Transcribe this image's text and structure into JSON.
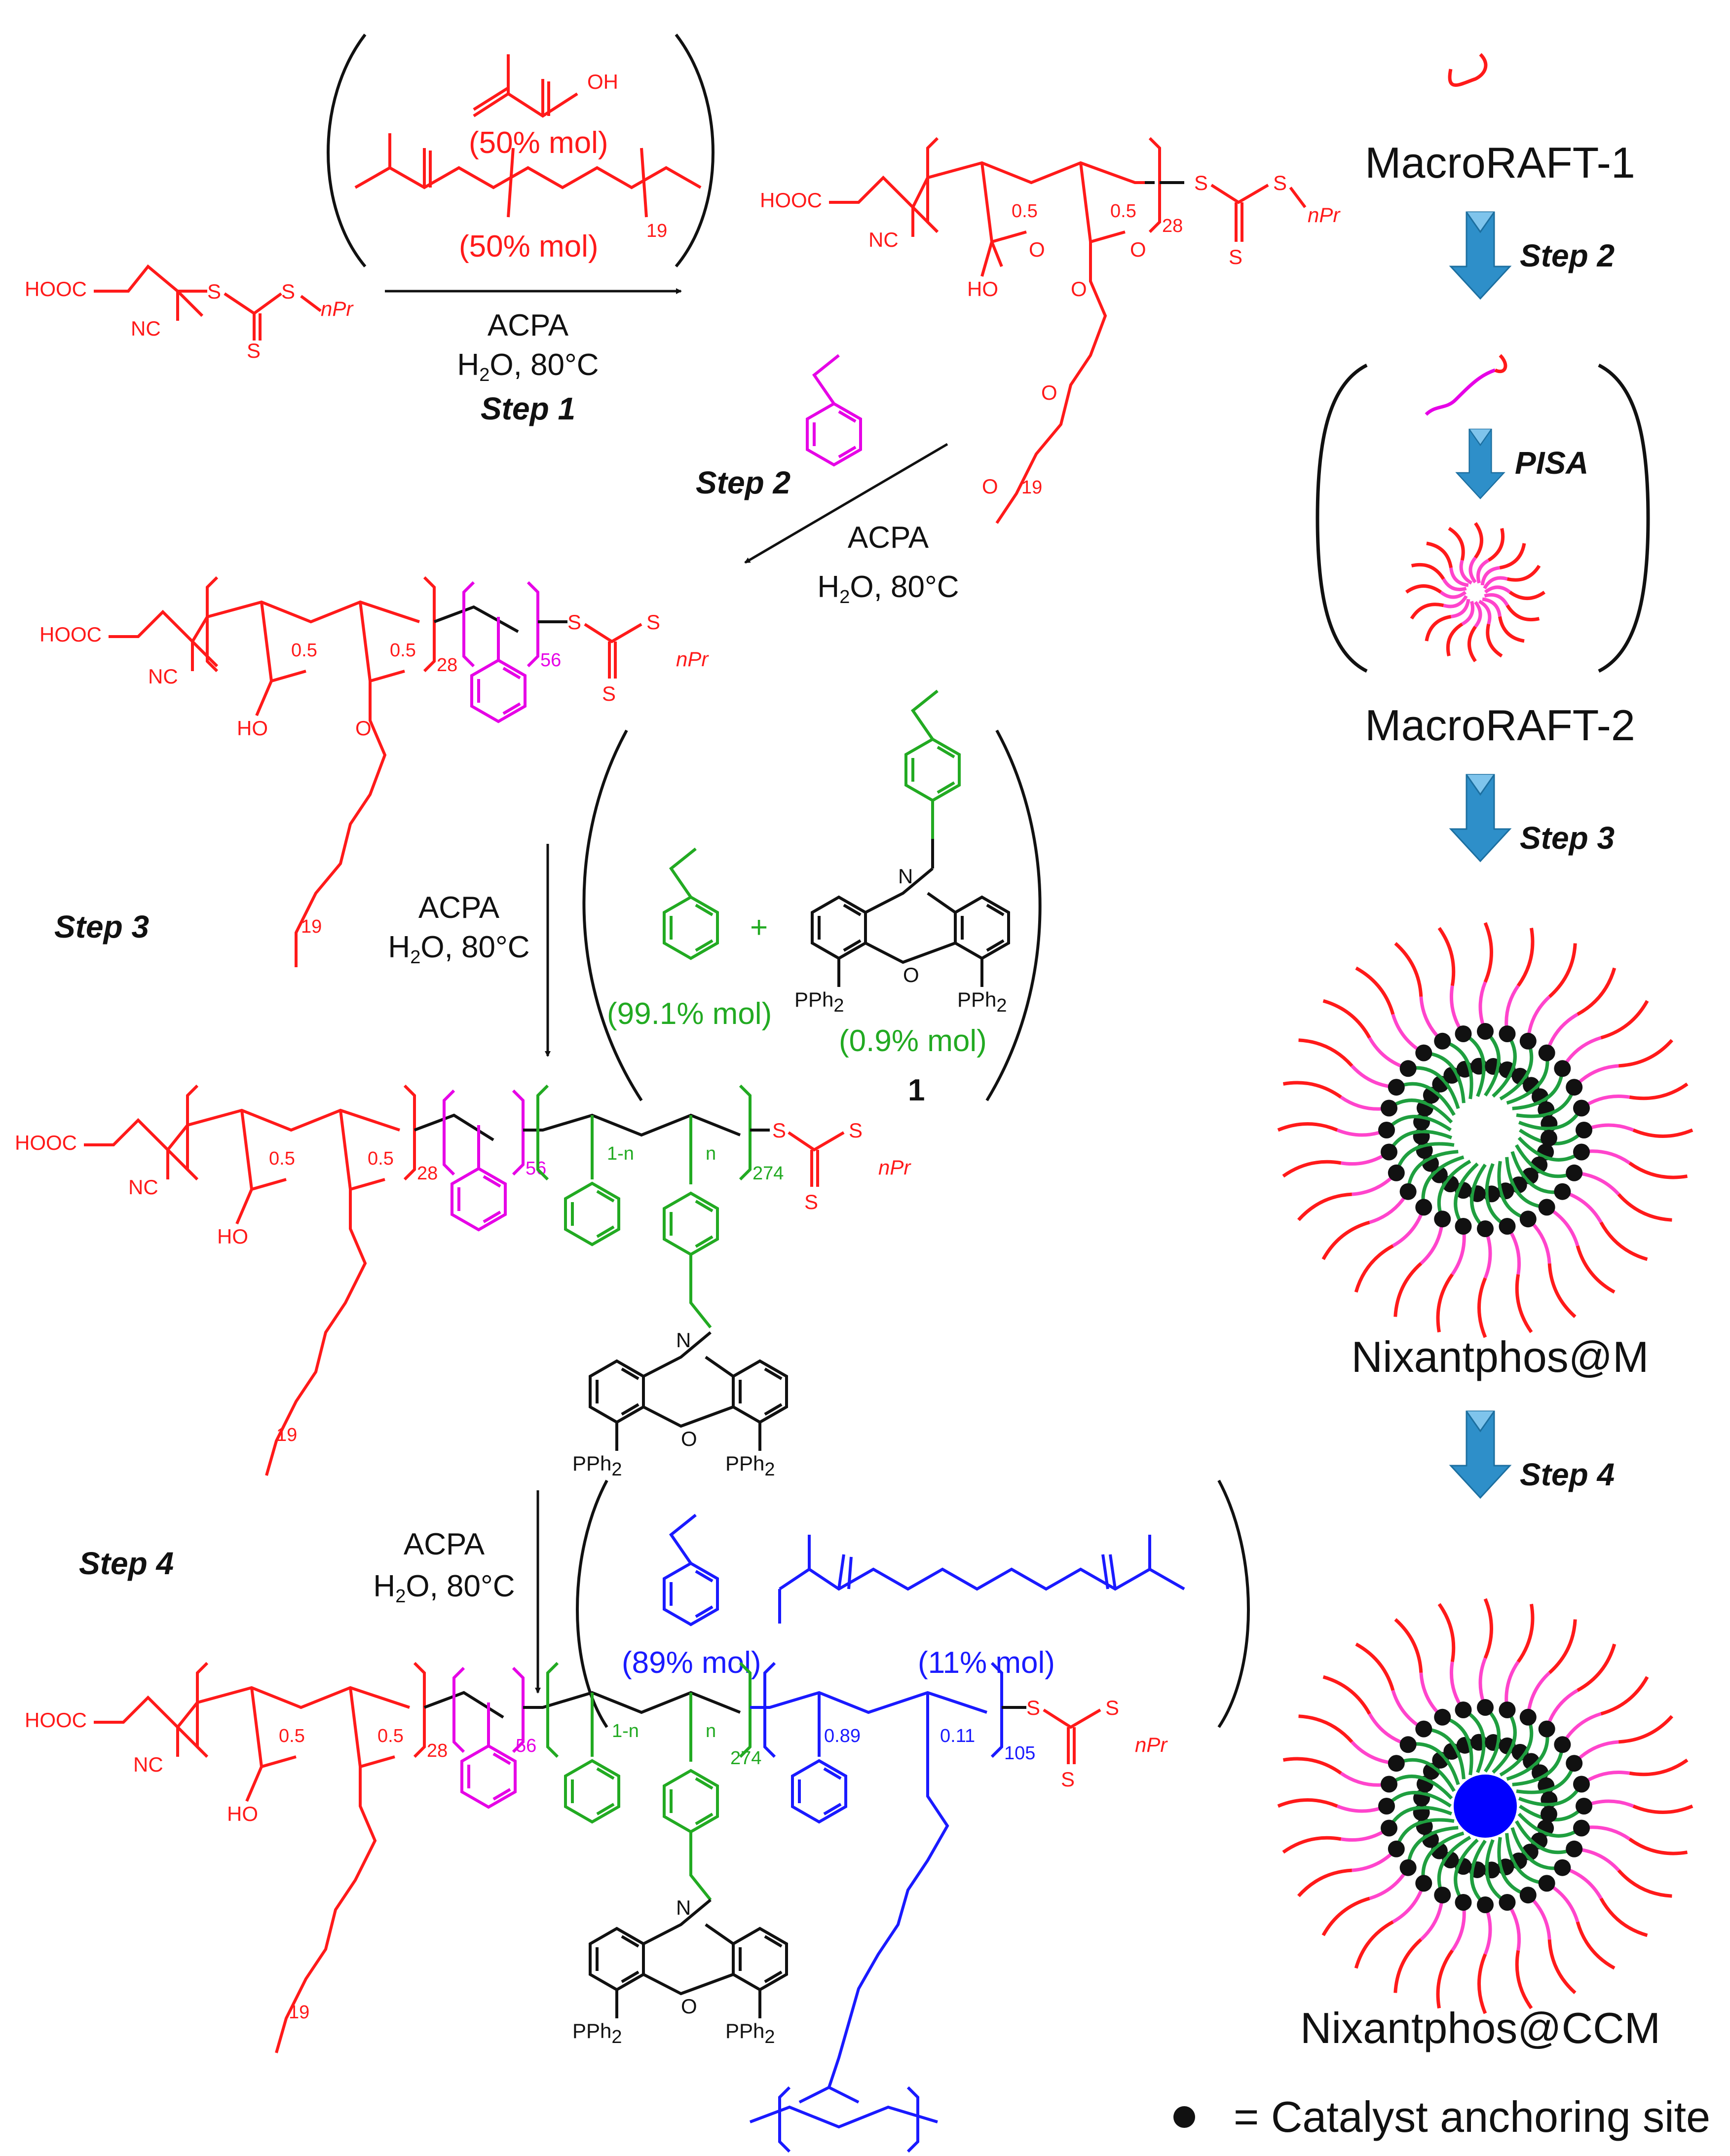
{
  "colors": {
    "red": "#ff1a1a",
    "magenta": "#e600e6",
    "green": "#22aa22",
    "blue": "#1a1aff",
    "black": "#111111",
    "arrow_fill": "#2e8fc9",
    "core": "#0000ff",
    "link": "#1f9f3f",
    "pink": "#ff44cc"
  },
  "scheme": {
    "reagent1_pct": "(50% mol)",
    "reagent2_pct": "(50% mol)",
    "reagent1_oh": "OH",
    "peg_index": "19",
    "step1": {
      "reagent": "ACPA",
      "cond_h": "H",
      "cond_2": "2",
      "cond_rest": "O, 80°C",
      "label": "Step 1"
    },
    "step2": {
      "reagent": "ACPA",
      "cond_h": "H",
      "cond_2": "2",
      "cond_rest": "O, 80°C",
      "label": "Step 2"
    },
    "step3": {
      "reagent": "ACPA",
      "cond_h": "H",
      "cond_2": "2",
      "cond_rest": "O, 80°C",
      "label": "Step 3"
    },
    "step4": {
      "reagent": "ACPA",
      "cond_h": "H",
      "cond_2": "2",
      "cond_rest": "O, 80°C",
      "label": "Step 4"
    },
    "styrene_pct_3": "(99.1% mol)",
    "ligand_pct": "(0.9% mol)",
    "ligand_number": "1",
    "plus": "+",
    "styrene_pct_4": "(89% mol)",
    "crosslinker_pct": "(11% mol)",
    "cta": {
      "hooc": "HOOC",
      "nc": "NC",
      "s1": "S",
      "s2": "S",
      "s3": "S",
      "npr": "nPr"
    },
    "copolymer": {
      "f1": "0.5",
      "f2": "0.5",
      "dp": "28",
      "ho": "HO",
      "o": "O"
    },
    "ps_dp": "56",
    "core_block": {
      "a": "1-n",
      "b": "n",
      "dp": "274"
    },
    "cross_block": {
      "a": "0.89",
      "b": "0.11",
      "dp": "105"
    },
    "ligand": {
      "n": "N",
      "o": "O",
      "pph2_left": "PPh",
      "pph2_right": "PPh",
      "sub2": "2"
    }
  },
  "cartoon": {
    "macroraft1": "MacroRAFT-1",
    "step2": "Step 2",
    "pisa": "PISA",
    "macroraft2": "MacroRAFT-2",
    "step3": "Step 3",
    "micelle": "Nixantphos@M",
    "step4": "Step 4",
    "ccm": "Nixantphos@CCM"
  },
  "legend": {
    "text": "= Catalyst anchoring site"
  }
}
